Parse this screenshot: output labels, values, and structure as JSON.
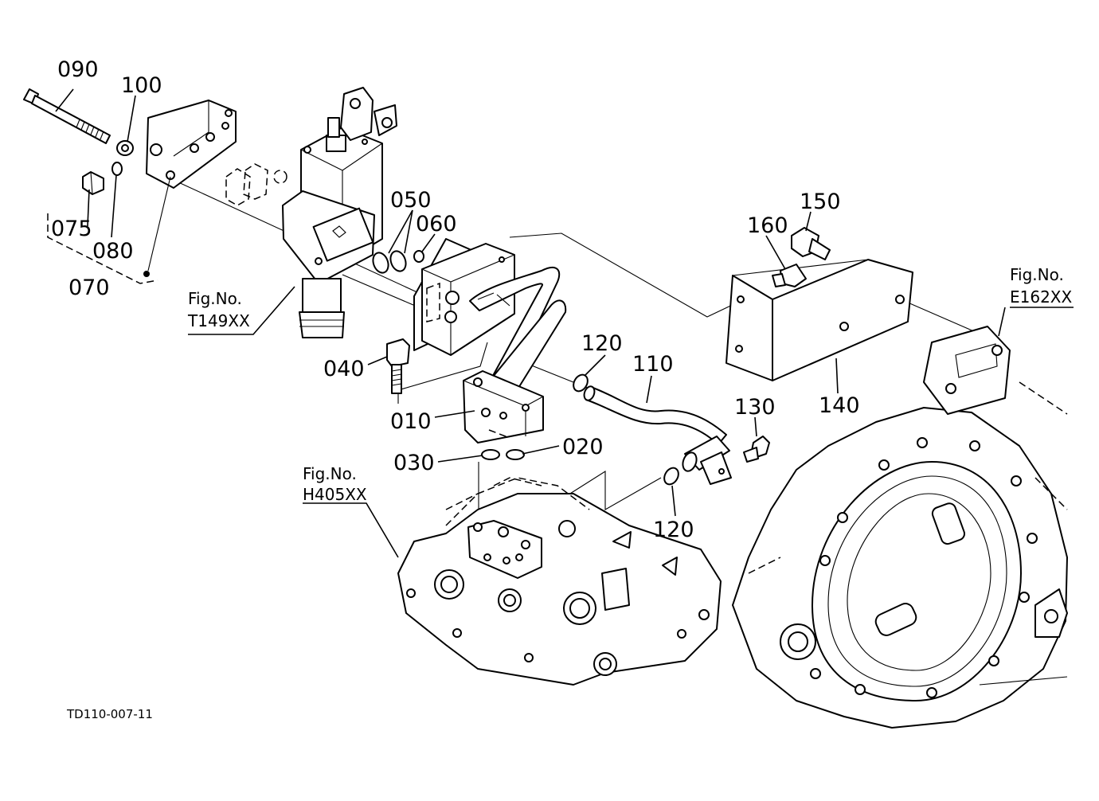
{
  "diagram": {
    "code": "TD110-007-11",
    "parts": [
      {
        "id": "p010",
        "no": "010"
      },
      {
        "id": "p020",
        "no": "020"
      },
      {
        "id": "p030",
        "no": "030"
      },
      {
        "id": "p040",
        "no": "040"
      },
      {
        "id": "p050",
        "no": "050"
      },
      {
        "id": "p060",
        "no": "060"
      },
      {
        "id": "p070",
        "no": "070"
      },
      {
        "id": "p075",
        "no": "075"
      },
      {
        "id": "p080",
        "no": "080"
      },
      {
        "id": "p090",
        "no": "090"
      },
      {
        "id": "p100",
        "no": "100"
      },
      {
        "id": "p110",
        "no": "110"
      },
      {
        "id": "p120a",
        "no": "120"
      },
      {
        "id": "p120b",
        "no": "120"
      },
      {
        "id": "p130",
        "no": "130"
      },
      {
        "id": "p140",
        "no": "140"
      },
      {
        "id": "p150",
        "no": "150"
      },
      {
        "id": "p160",
        "no": "160"
      }
    ],
    "figure_refs": [
      {
        "id": "t149",
        "label": "Fig.No.",
        "code": "T149XX"
      },
      {
        "id": "h405",
        "label": "Fig.No.",
        "code": "H405XX"
      },
      {
        "id": "e162",
        "label": "Fig.No.",
        "code": "E162XX"
      }
    ]
  }
}
